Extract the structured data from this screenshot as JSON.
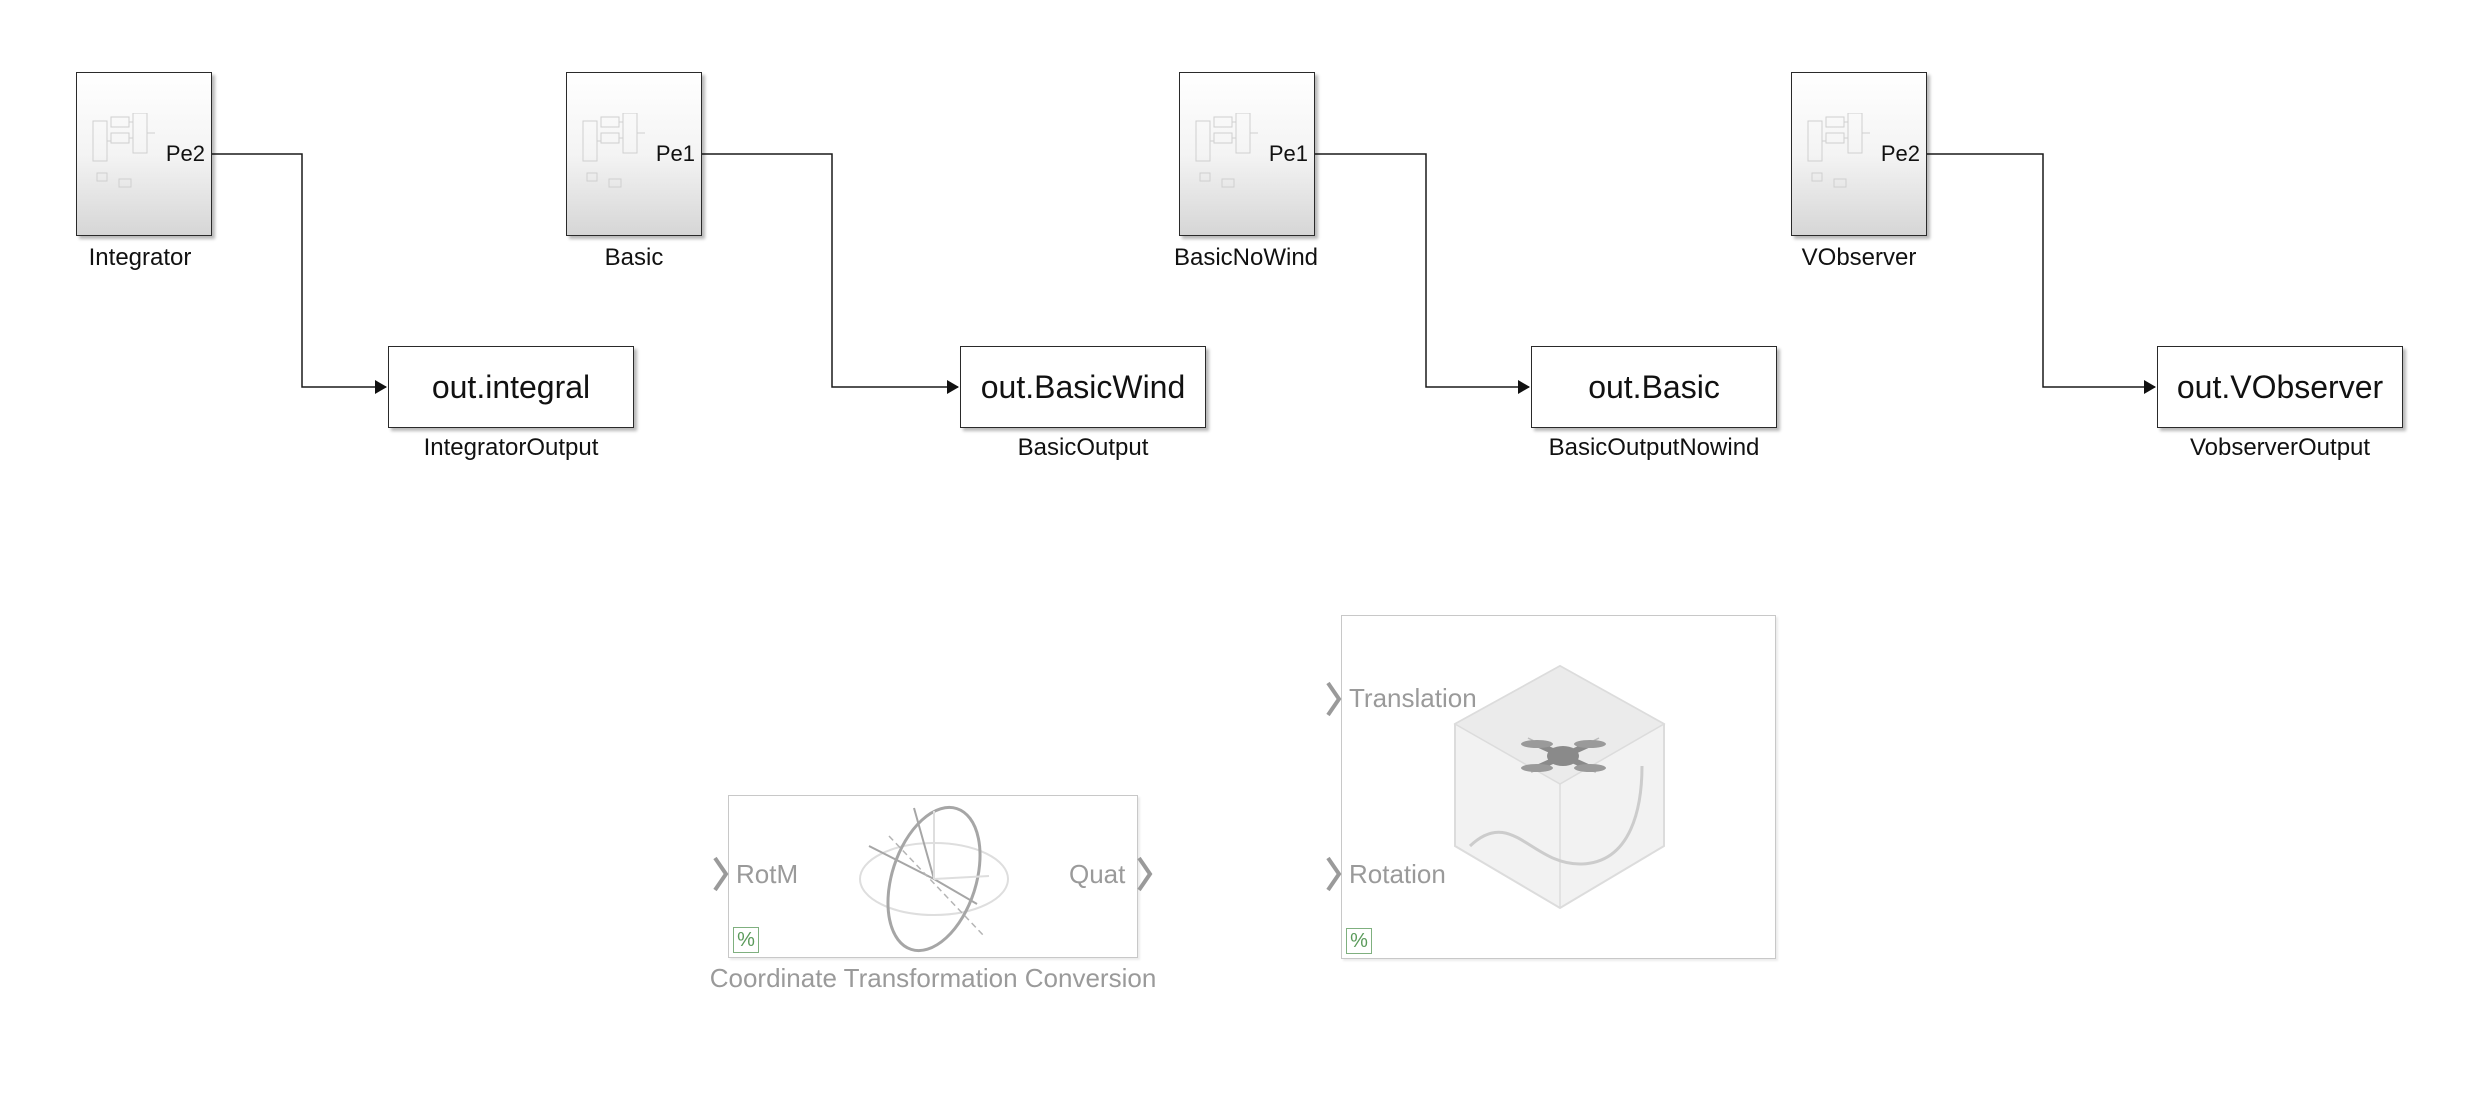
{
  "subsystems": [
    {
      "id": "integrator",
      "label": "Integrator",
      "port": "Pe2"
    },
    {
      "id": "basic",
      "label": "Basic",
      "port": "Pe1"
    },
    {
      "id": "basicnowind",
      "label": "BasicNoWind",
      "port": "Pe1"
    },
    {
      "id": "vobserver",
      "label": "VObserver",
      "port": "Pe2"
    }
  ],
  "outputs": [
    {
      "id": "integrator-output",
      "variable": "out.integral",
      "label": "IntegratorOutput"
    },
    {
      "id": "basic-output",
      "variable": "out.BasicWind",
      "label": "BasicOutput"
    },
    {
      "id": "basic-output-nowind",
      "variable": "out.Basic",
      "label": "BasicOutputNowind"
    },
    {
      "id": "vobserver-output",
      "variable": "out.VObserver",
      "label": "VobserverOutput"
    }
  ],
  "coord_block": {
    "label": "Coordinate Transformation Conversion",
    "in_port": "RotM",
    "out_port": "Quat",
    "badge": "%"
  },
  "sim3d_block": {
    "in_port_1": "Translation",
    "in_port_2": "Rotation",
    "badge": "%"
  },
  "colors": {
    "line": "#1a1a1a",
    "ghost": "#9a9a9a"
  }
}
